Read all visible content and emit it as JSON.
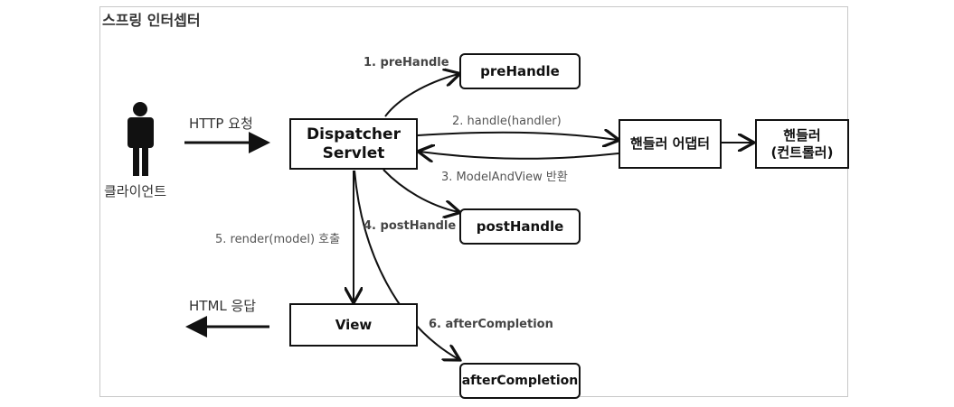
{
  "title": "스프링 인터셉터",
  "client_label": "클라이언트",
  "request_label": "HTTP 요청",
  "response_label": "HTML 응답",
  "dispatcher": {
    "line1": "Dispatcher",
    "line2": "Servlet"
  },
  "prehandle_box": "preHandle",
  "posthandle_box": "postHandle",
  "aftercompletion_box": "afterCompletion",
  "view_box": "View",
  "adapter_box": "핸들러 어댑터",
  "handler_box": {
    "line1": "핸들러",
    "line2": "(컨트롤러)"
  },
  "steps": {
    "step1": "1. preHandle",
    "step2": "2. handle(handler)",
    "step3": "3. ModelAndView 반환",
    "step4": "4. postHandle",
    "step5": "5. render(model) 호출",
    "step6": "6. afterCompletion"
  }
}
